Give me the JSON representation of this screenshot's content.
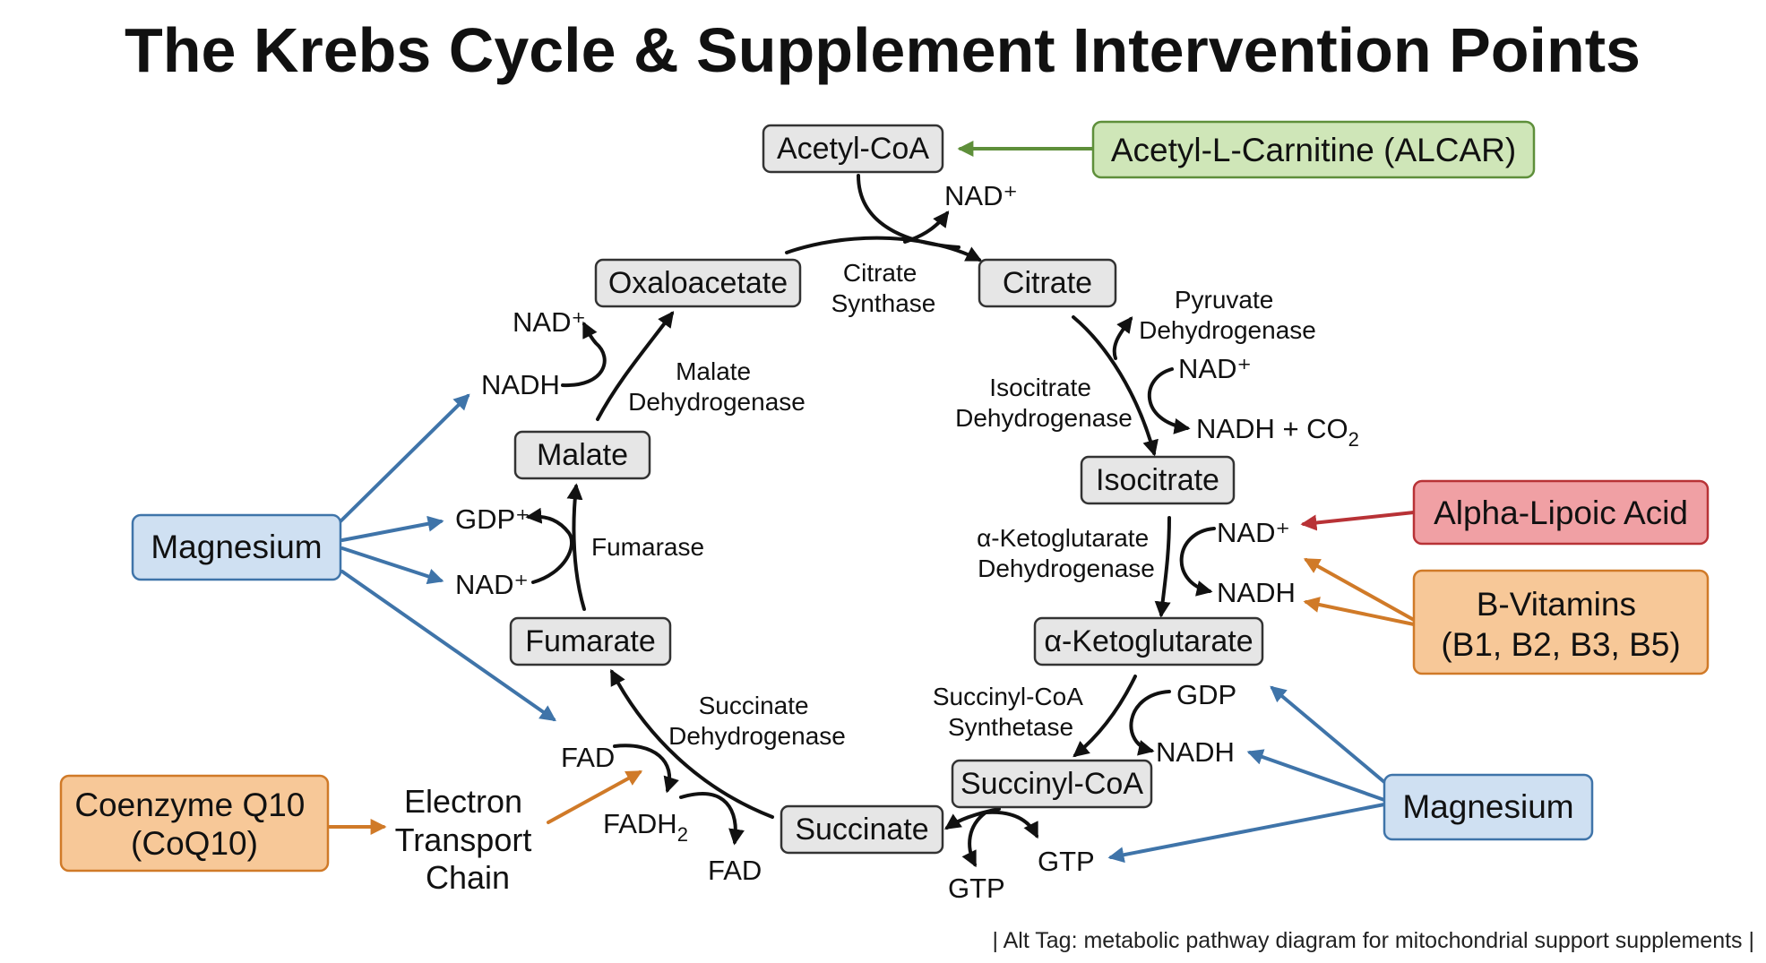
{
  "title": "The Krebs Cycle & Supplement Intervention Points",
  "molecules": {
    "acetyl_coa": "Acetyl-CoA",
    "citrate": "Citrate",
    "isocitrate": "Isocitrate",
    "alpha_ketoglutarate": "α-Ketoglutarate",
    "succinyl_coa": "Succinyl-CoA",
    "succinate": "Succinate",
    "fumarate": "Fumarate",
    "malate": "Malate",
    "oxaloacetate": "Oxaloacetate"
  },
  "enzymes": {
    "citrate_synthase": [
      "Citrate",
      "Synthase"
    ],
    "pyruvate_dehydrogenase": [
      "Pyruvate",
      "Dehydrogenase"
    ],
    "isocitrate_dehydrogenase": [
      "Isocitrate",
      "Dehydrogenase"
    ],
    "akg_dehydrogenase": [
      "α-Ketoglutarate",
      "Dehydrogenase"
    ],
    "succinyl_coa_synthetase": [
      "Succinyl-CoA",
      "Synthetase"
    ],
    "succinate_dehydrogenase": [
      "Succinate",
      "Dehydrogenase"
    ],
    "fumarase": [
      "Fumarase"
    ],
    "malate_dehydrogenase": [
      "Malate",
      "Dehydrogenase"
    ]
  },
  "cofactors": {
    "nad_top": "NAD⁺",
    "nad_isocitrate": "NAD⁺",
    "nadh_co2_main": "NADH + CO",
    "nadh_co2_sub": "2",
    "nad_akg": "NAD⁺",
    "nadh_akg": "NADH",
    "gdp": "GDP",
    "nadh_succinyl": "NADH",
    "gtp_right": "GTP",
    "gtp_bottom": "GTP",
    "fad_upper": "FAD",
    "fadh2_main": "FADH",
    "fadh2_sub": "2",
    "fad_lower": "FAD",
    "gdp_plus": "GDP⁺",
    "nad_fumarase": "NAD⁺",
    "nadh_malate": "NADH",
    "nad_malate": "NAD⁺"
  },
  "supplements": {
    "alcar": "Acetyl-L-Carnitine (ALCAR)",
    "alpha_lipoic_acid": "Alpha-Lipoic Acid",
    "b_vitamins": [
      "B-Vitamins",
      "(B1, B2, B3, B5)"
    ],
    "magnesium_left": "Magnesium",
    "magnesium_right": "Magnesium",
    "coq10": [
      "Coenzyme Q10",
      "(CoQ10)"
    ]
  },
  "electron_transport_chain": [
    "Electron",
    "Transport",
    "Chain"
  ],
  "alt_tag": "| Alt Tag: metabolic pathway diagram for mitochondrial support supplements |",
  "colors": {
    "green_fill": "#cfe6b8",
    "green_stroke": "#5e8f3a",
    "red_fill": "#f0a0a4",
    "red_stroke": "#b83236",
    "orange_fill": "#f7c898",
    "orange_stroke": "#d07a28",
    "blue_fill": "#cfe0f2",
    "blue_stroke": "#3f74a9",
    "molecule_fill": "#e6e6e6"
  }
}
